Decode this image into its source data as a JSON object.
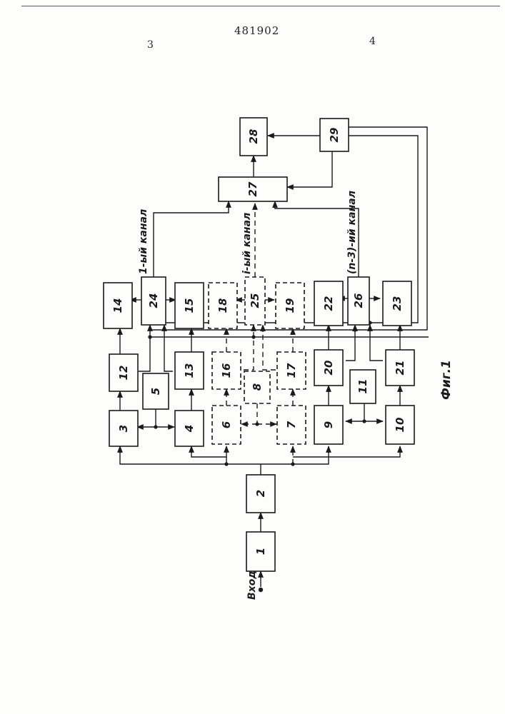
{
  "header": {
    "patent_number": "481902",
    "column_left": "3",
    "column_right": "4"
  },
  "figure": {
    "caption": "Фиг.1",
    "input_label": "Вход",
    "channel_labels": [
      "1-ый канал",
      "i-ый канал",
      "(n-3)-ий канал"
    ],
    "blocks": [
      "1",
      "2",
      "3",
      "4",
      "5",
      "6",
      "7",
      "8",
      "9",
      "10",
      "11",
      "12",
      "13",
      "14",
      "15",
      "16",
      "17",
      "18",
      "19",
      "20",
      "21",
      "22",
      "23",
      "24",
      "25",
      "26",
      "27",
      "28",
      "29"
    ]
  }
}
